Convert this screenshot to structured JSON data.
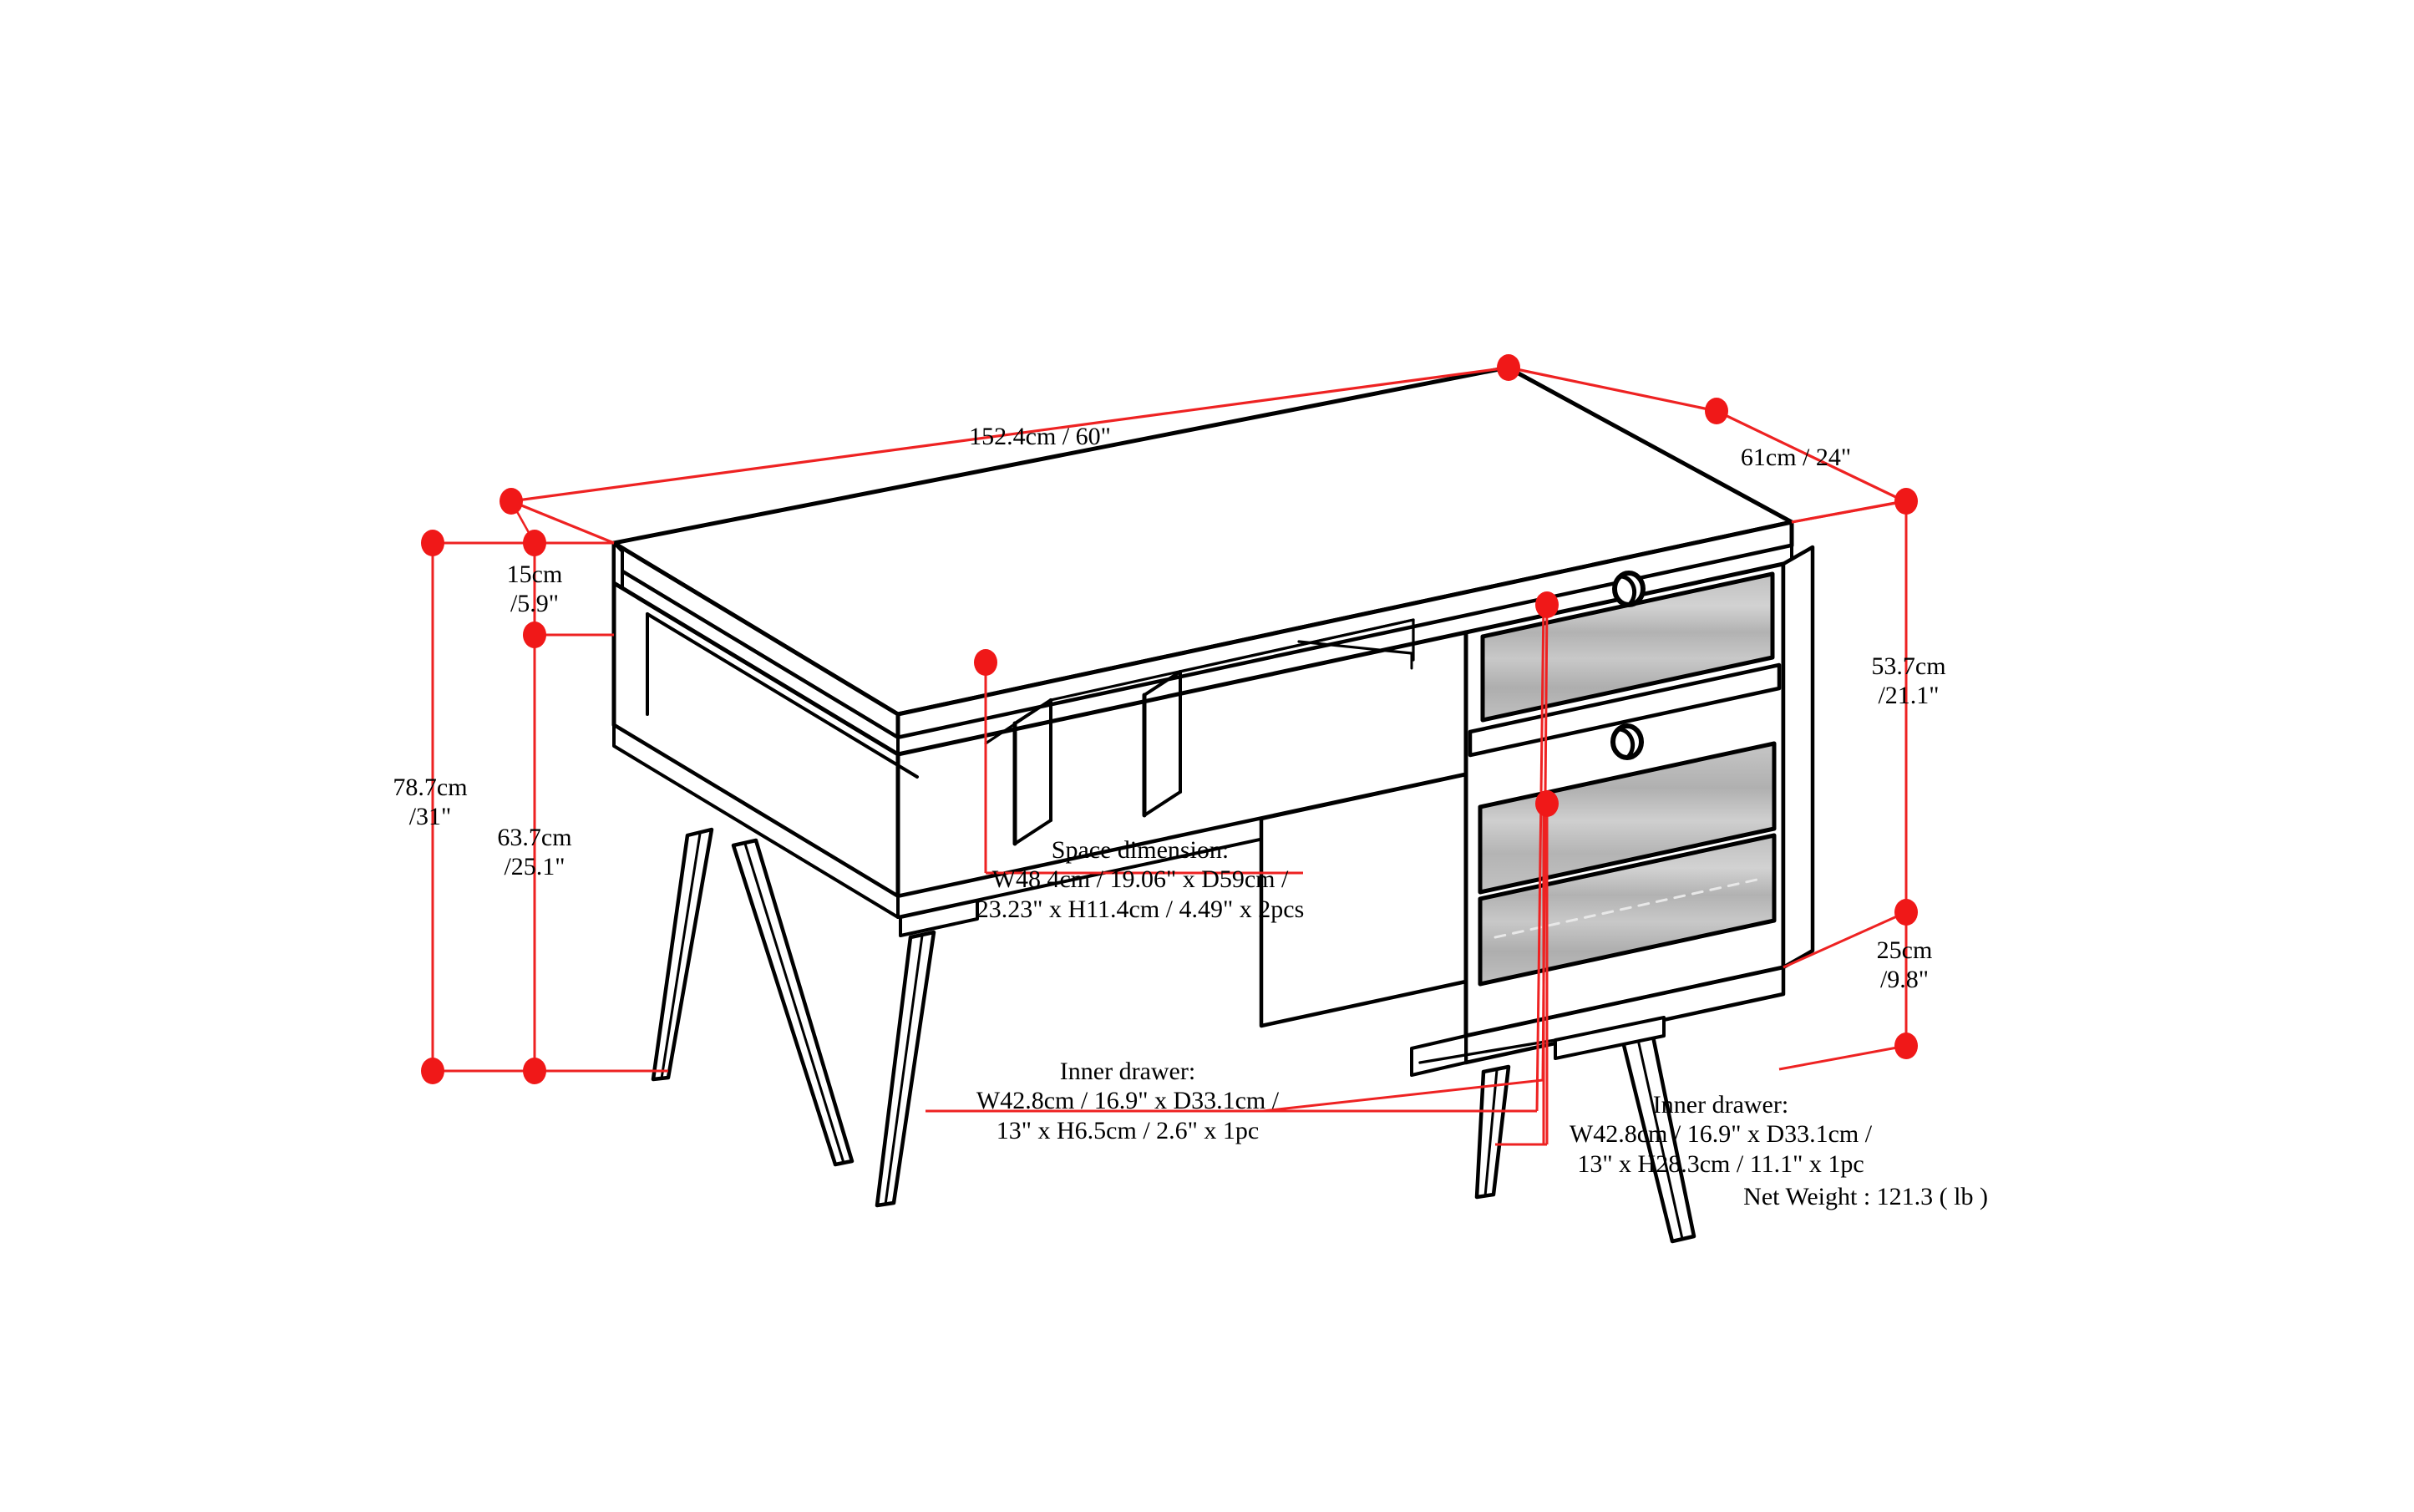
{
  "diagram": {
    "title": "Desk dimension diagram",
    "colors": {
      "outline": "#000000",
      "dimension_red": "#ee2222",
      "anchor_dot": "#f01818",
      "drawer_fill": "#b5b5b5",
      "background": "#ffffff"
    },
    "net_weight": "Net Weight : 121.3 ( lb )"
  },
  "dimensions": {
    "width_top": {
      "label": "152.4cm / 60\"",
      "cm": 152.4,
      "inch": 60
    },
    "depth_top": {
      "label": "61cm / 24\"",
      "cm": 61,
      "inch": 24
    },
    "top_apron": {
      "line1": "15cm",
      "line2": "/5.9\"",
      "cm": 15,
      "inch": 5.9
    },
    "total_height": {
      "line1": "78.7cm",
      "line2": "/31\"",
      "cm": 78.7,
      "inch": 31
    },
    "clearance_height": {
      "line1": "63.7cm",
      "line2": "/25.1\"",
      "cm": 63.7,
      "inch": 25.1
    },
    "pedestal_height": {
      "line1": "53.7cm",
      "line2": "/21.1\"",
      "cm": 53.7,
      "inch": 21.1
    },
    "leg_height": {
      "line1": "25cm",
      "line2": "/9.8\"",
      "cm": 25,
      "inch": 9.8
    }
  },
  "annotations": {
    "space_dimension": {
      "line1": "Space dimension:",
      "line2": "W48.4cm / 19.06\" x D59cm /",
      "line3": "23.23\" x H11.4cm / 4.49\" x 2pcs"
    },
    "inner_drawer_small": {
      "line1": "Inner drawer:",
      "line2": "W42.8cm / 16.9\" x D33.1cm /",
      "line3": "13\" x H6.5cm / 2.6\" x 1pc"
    },
    "inner_drawer_large": {
      "line1": "Inner drawer:",
      "line2": "W42.8cm / 16.9\" x D33.1cm /",
      "line3": "13\" x H28.3cm / 11.1\" x 1pc"
    }
  },
  "product": {
    "name": "writing-desk",
    "parts": {
      "desktop": "desktop-surface",
      "open_shelf_left": "open-shelf-compartment-left",
      "open_shelf_right": "open-shelf-compartment-right",
      "top_drawer": "top-drawer",
      "middle_drawer": "middle-drawer",
      "bottom_drawer": "bottom-drawer",
      "legs": "tapered-legs",
      "knobs": "round-knob"
    }
  }
}
